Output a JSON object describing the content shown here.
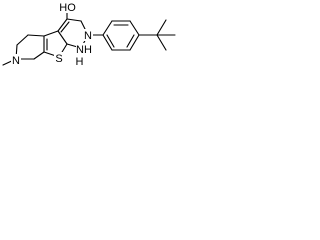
{
  "structure": {
    "atom_labels": {
      "hydroxyl": "HO",
      "ring_nitrogen_top": "N",
      "ring_nh": "NH",
      "ring_nh_h": "H",
      "sulfur": "S",
      "amine_nitrogen": "N"
    }
  }
}
